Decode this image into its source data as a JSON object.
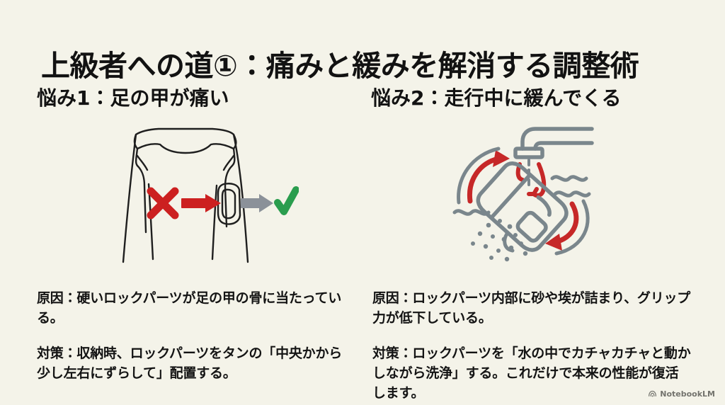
{
  "slide": {
    "background_color": "#f4f3e9",
    "title": "上級者への道①：痛みと緩みを解消する調整術"
  },
  "columns": [
    {
      "id": "problem-1",
      "heading": "悩み1：足の甲が痛い",
      "illustration": {
        "name": "shoe-tongue-lock-position-diagram",
        "description": "靴のタンとロックパーツの配置図",
        "elements": [
          "shoe-tongue-outline",
          "lock-part",
          "red-cross-mark",
          "red-arrow",
          "gray-arrow",
          "green-check-mark"
        ],
        "colors": {
          "outline": "#1f1f1f",
          "cross": "#cc2020",
          "arrow_bad": "#cc2020",
          "arrow_good": "#8b9199",
          "check": "#2a9d4e"
        }
      },
      "cause": "原因：硬いロックパーツが足の甲の骨に当たっている。",
      "countermeasure": "対策：収納時、ロックパーツをタンの「中央かから少し左右にずらして」配置する。"
    },
    {
      "id": "problem-2",
      "heading": "悩み2：走行中に緩んでくる",
      "illustration": {
        "name": "faucet-washing-lock-part-diagram",
        "description": "蛇口の水でロックパーツを洗浄する図",
        "elements": [
          "faucet-icon",
          "water-stream",
          "lock-part",
          "red-motion-arrows",
          "water-wave-lines",
          "dirt-particles"
        ],
        "colors": {
          "outline": "#7a868c",
          "accent": "#c62828"
        }
      },
      "cause": "原因：ロックパーツ内部に砂や埃が詰まり、グリップ力が低下している。",
      "countermeasure": "対策：ロックパーツを「水の中でカチャカチャと動かしながら洗浄」する。これだけで本来の性能が復活します。"
    }
  ],
  "watermark": {
    "label": "NotebookLM",
    "icon": "notebooklm-icon"
  }
}
